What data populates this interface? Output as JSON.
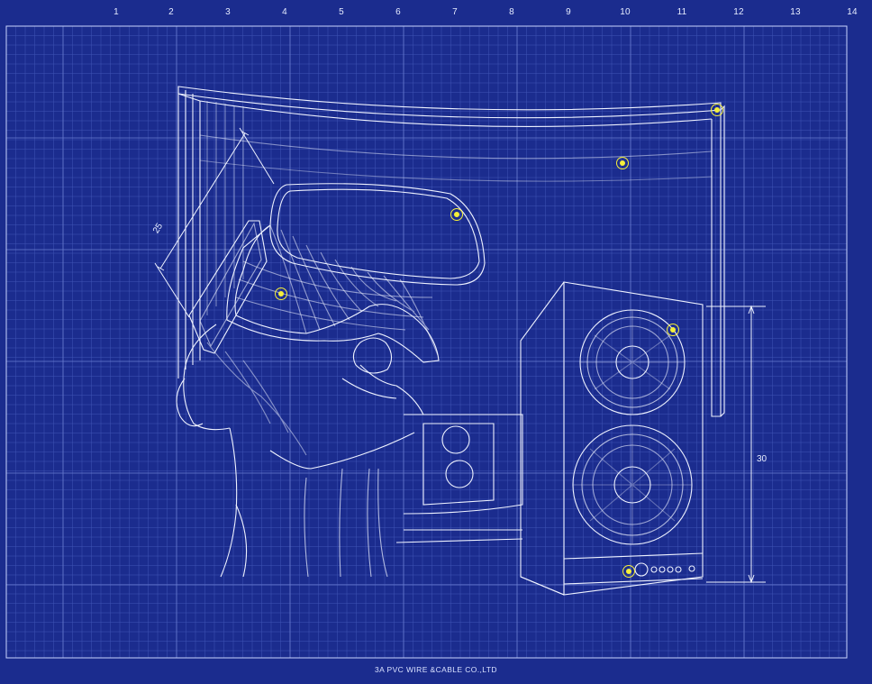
{
  "ruler": {
    "labels": [
      "1",
      "2",
      "3",
      "4",
      "5",
      "6",
      "7",
      "8",
      "9",
      "10",
      "11",
      "12",
      "13",
      "14"
    ]
  },
  "dimensions": {
    "diagonal": "25",
    "height": "30"
  },
  "footer": {
    "company": "3A PVC WIRE &CABLE CO.,LTD"
  },
  "hotspots": [
    {
      "name": "hotspot-monitor-corner"
    },
    {
      "name": "hotspot-monitor-screen"
    },
    {
      "name": "hotspot-vr-headset-top"
    },
    {
      "name": "hotspot-vr-headset-side"
    },
    {
      "name": "hotspot-speaker-top"
    },
    {
      "name": "hotspot-speaker-controls"
    }
  ],
  "colors": {
    "background": "#1b2c8e",
    "lines": "#e8eeff",
    "grid": "#3d51b0",
    "hotspot": "#f5ef3a"
  }
}
